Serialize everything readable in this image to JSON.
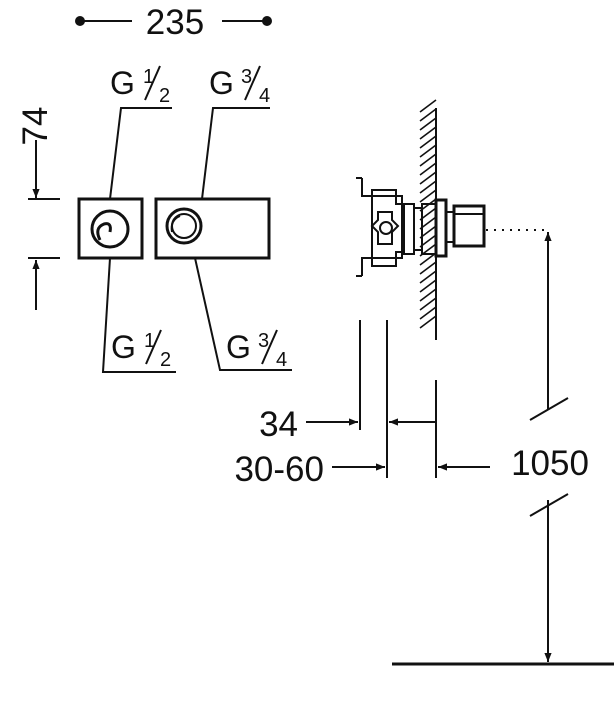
{
  "dimensions": {
    "overall_width": "235",
    "outlet_spacing": "74",
    "depth_min": "34",
    "depth_range": "30-60",
    "mounting_height": "1050"
  },
  "connections": {
    "left_top": {
      "prefix": "G",
      "num": "1",
      "den": "2"
    },
    "right_top": {
      "prefix": "G",
      "num": "3",
      "den": "4"
    },
    "left_bottom": {
      "prefix": "G",
      "num": "1",
      "den": "2"
    },
    "right_bottom": {
      "prefix": "G",
      "num": "3",
      "den": "4"
    }
  }
}
